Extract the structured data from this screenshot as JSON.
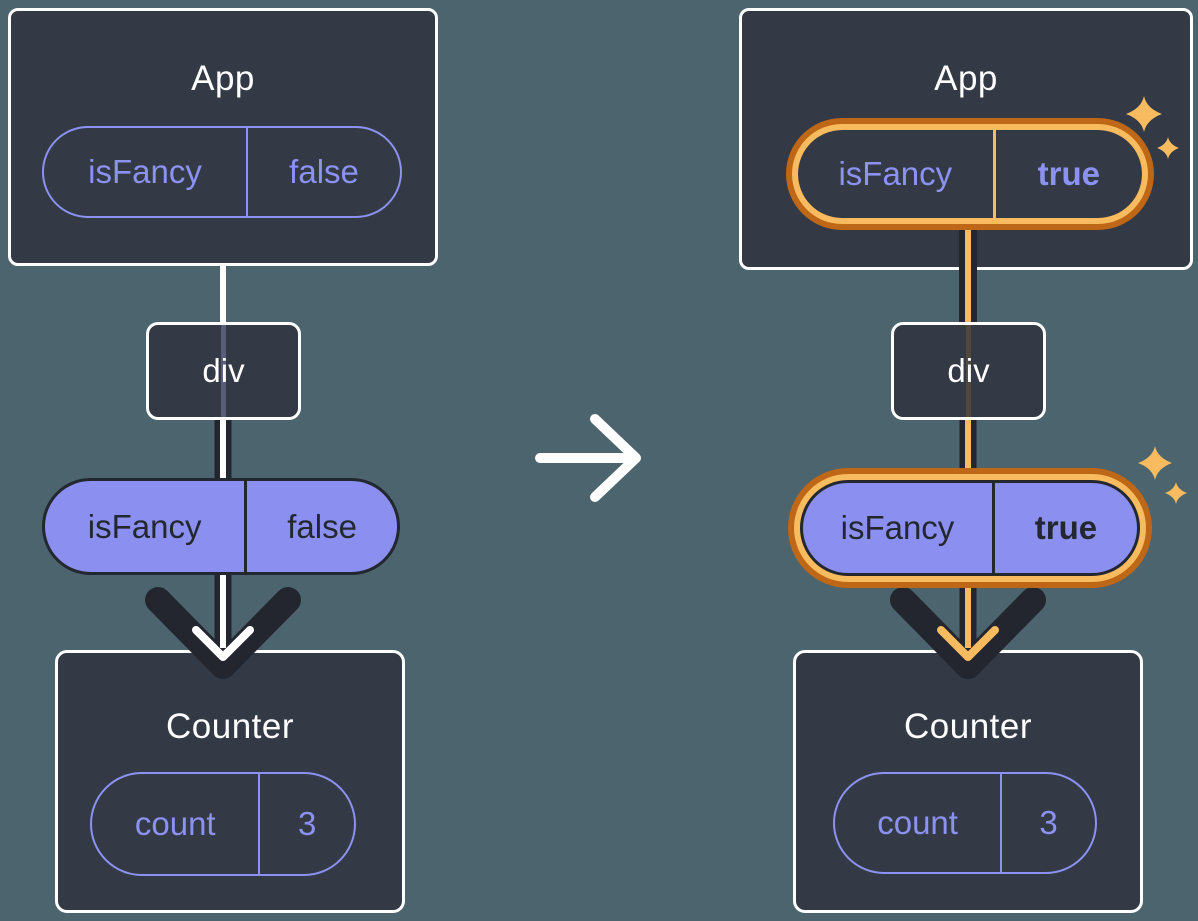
{
  "colors": {
    "background": "#4C646E",
    "card": "#333945",
    "purple": "#8C92F2",
    "purple_fill": "#8B90F0",
    "dark": "#23272F",
    "orange_dark": "#BE6717",
    "orange_light": "#F8BB60",
    "white": "#FFFFFF"
  },
  "left_tree": {
    "app": {
      "title": "App",
      "prop": {
        "key": "isFancy",
        "value": "false"
      }
    },
    "div_label": "div",
    "passed_prop": {
      "key": "isFancy",
      "value": "false"
    },
    "counter": {
      "title": "Counter",
      "state": {
        "key": "count",
        "value": "3"
      }
    }
  },
  "right_tree": {
    "app": {
      "title": "App",
      "prop": {
        "key": "isFancy",
        "value": "true"
      }
    },
    "div_label": "div",
    "passed_prop": {
      "key": "isFancy",
      "value": "true"
    },
    "counter": {
      "title": "Counter",
      "state": {
        "key": "count",
        "value": "3"
      }
    }
  }
}
